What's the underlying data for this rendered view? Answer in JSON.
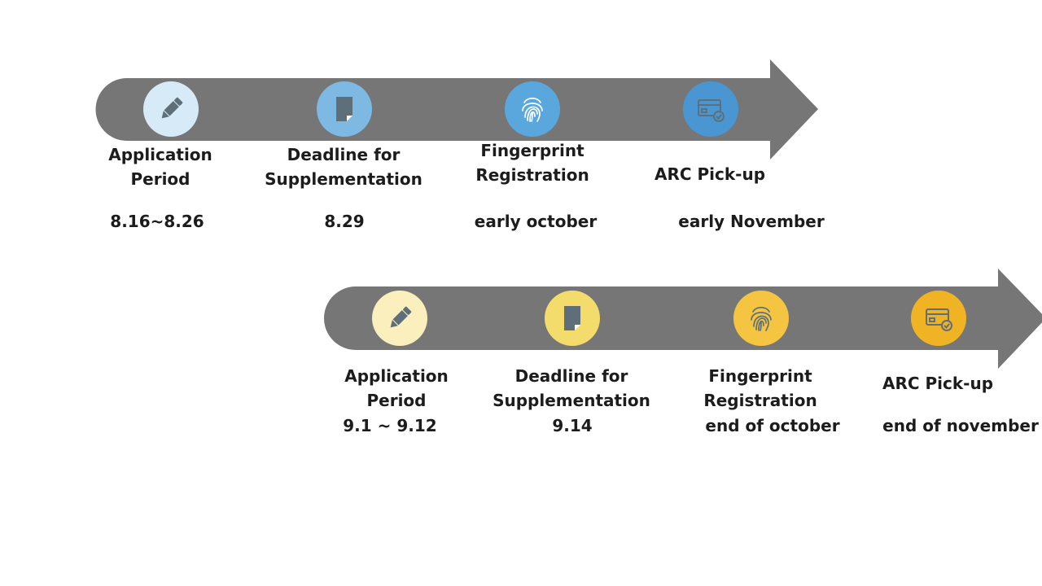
{
  "colors": {
    "arrow": "#767676",
    "blue_1": "#d6ebf7",
    "blue_2": "#7db9e3",
    "blue_3": "#5aa7dd",
    "blue_4": "#4a96d2",
    "yellow_1": "#fbefbd",
    "yellow_2": "#f3db6c",
    "yellow_3": "#f5c440",
    "yellow_4": "#f0b323",
    "icon_stroke": "#5f6f7a"
  },
  "timeline_1": {
    "steps": [
      {
        "icon": "pencil-icon",
        "label_line1": "Application",
        "label_line2": "Period",
        "date": "8.16~8.26"
      },
      {
        "icon": "document-icon",
        "label_line1": "Deadline for",
        "label_line2": "Supplementation",
        "date": "8.29"
      },
      {
        "icon": "fingerprint-icon",
        "label_line1": "Fingerprint",
        "label_line2": "Registration",
        "date": "early october"
      },
      {
        "icon": "card-icon",
        "label_line1": "ARC Pick-up",
        "label_line2": "",
        "date": "early November"
      }
    ]
  },
  "timeline_2": {
    "steps": [
      {
        "icon": "pencil-icon",
        "label_line1": "Application",
        "label_line2": "Period",
        "date": "9.1 ~ 9.12"
      },
      {
        "icon": "document-icon",
        "label_line1": "Deadline for",
        "label_line2": "Supplementation",
        "date": "9.14"
      },
      {
        "icon": "fingerprint-icon",
        "label_line1": "Fingerprint",
        "label_line2": "Registration",
        "date": "end of october"
      },
      {
        "icon": "card-icon",
        "label_line1": "ARC Pick-up",
        "label_line2": "",
        "date": "end of november"
      }
    ]
  }
}
